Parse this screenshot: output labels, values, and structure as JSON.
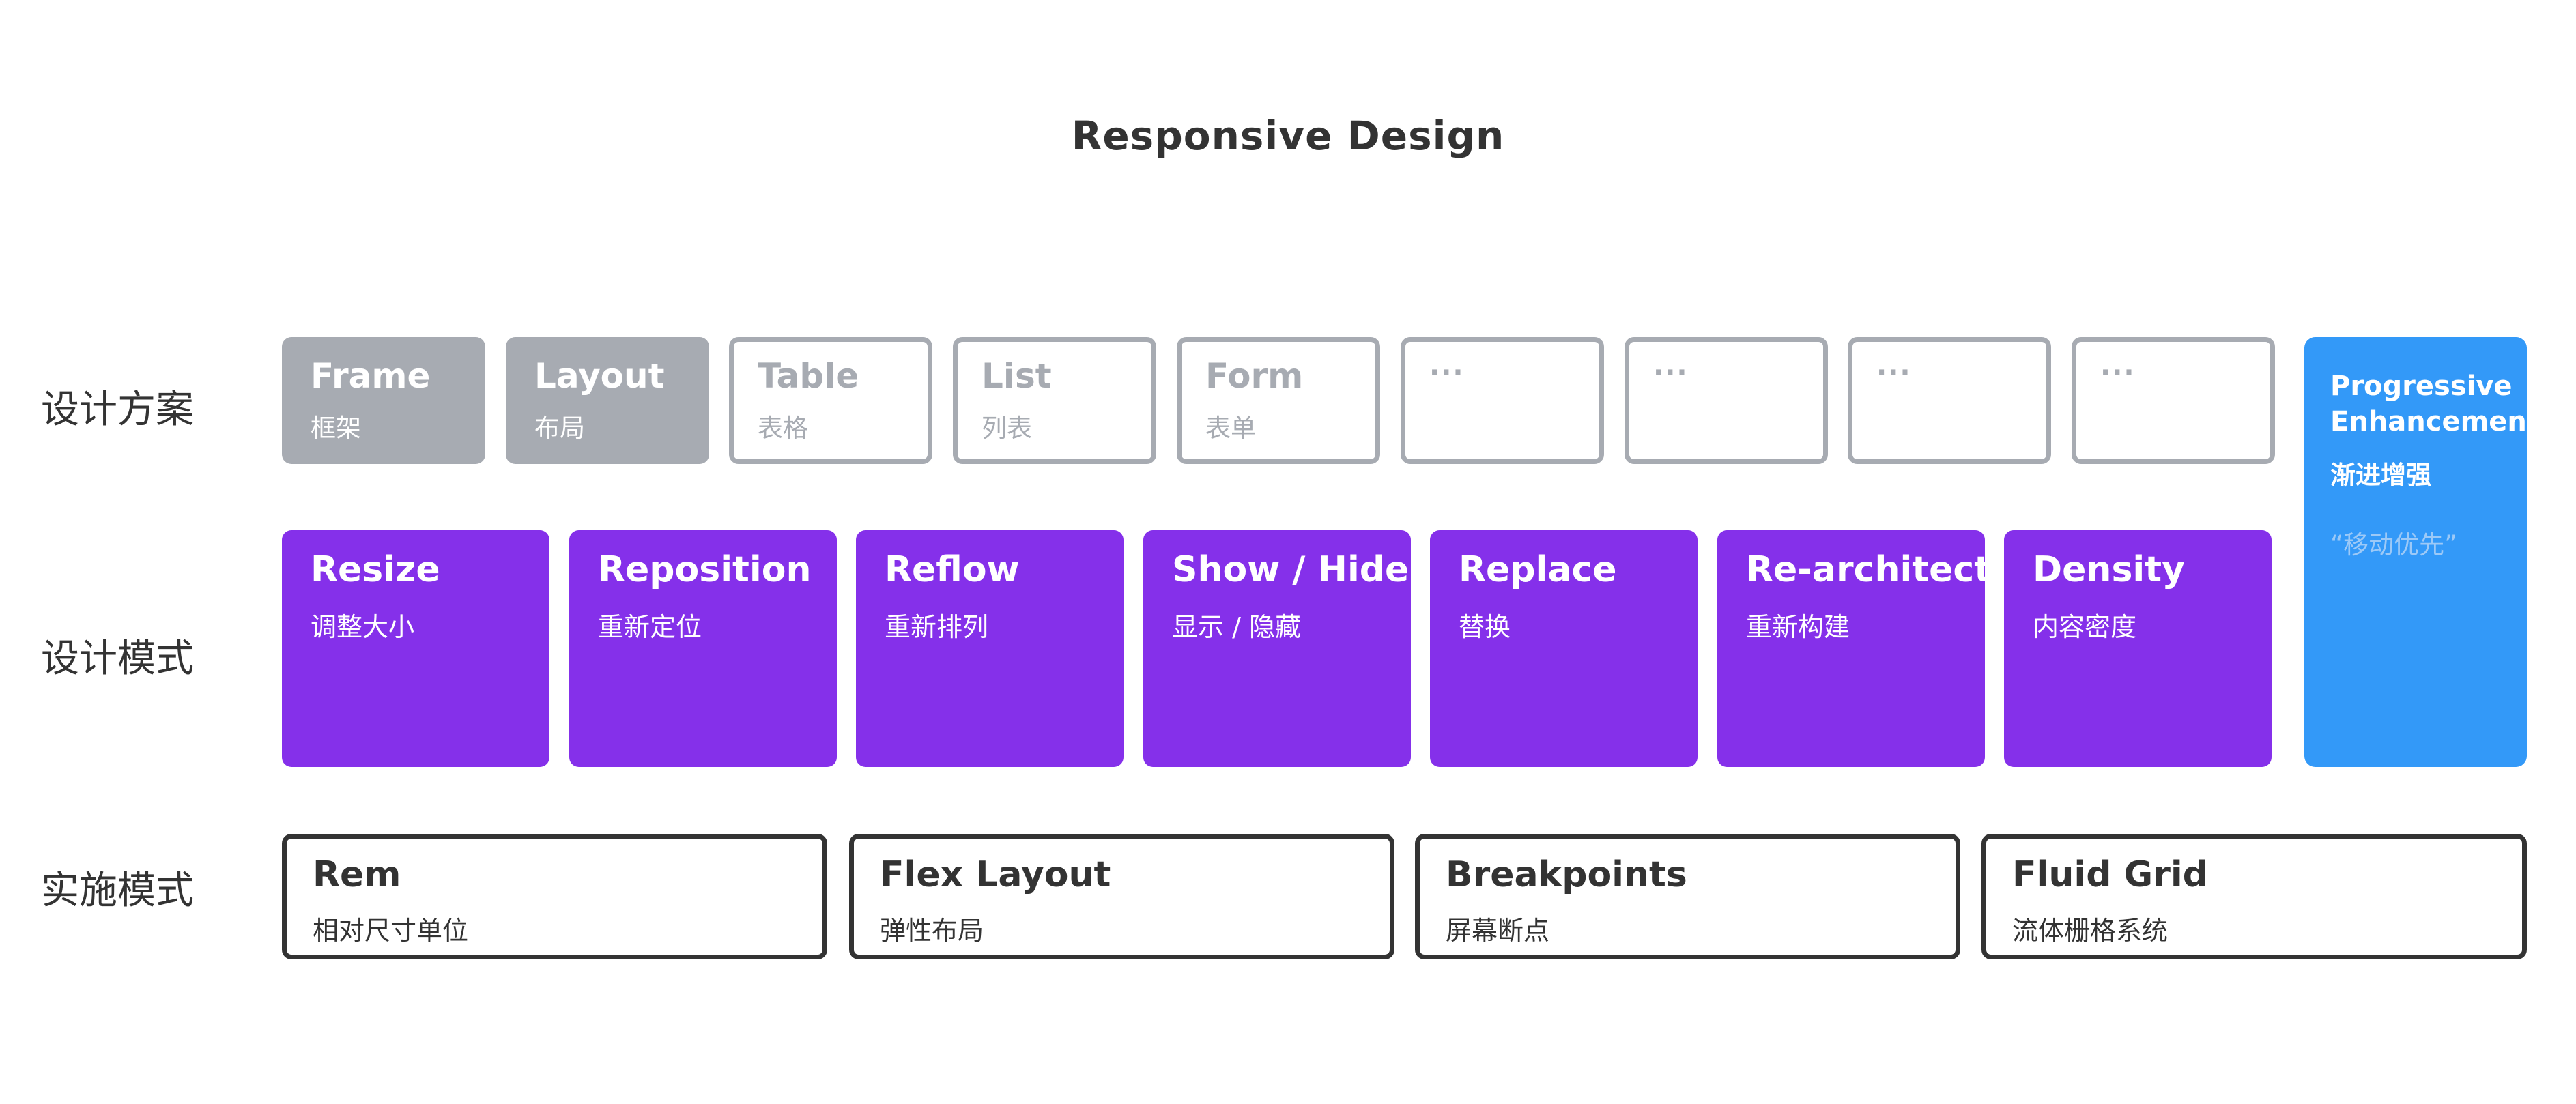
{
  "title": "Responsive Design",
  "rows": {
    "scheme": "设计方案",
    "pattern": "设计模式",
    "impl": "实施模式"
  },
  "schemes": [
    {
      "title": "Frame",
      "sub": "框架"
    },
    {
      "title": "Layout",
      "sub": "布局"
    },
    {
      "title": "Table",
      "sub": "表格"
    },
    {
      "title": "List",
      "sub": "列表"
    },
    {
      "title": "Form",
      "sub": "表单"
    },
    {
      "title": "···",
      "sub": ""
    },
    {
      "title": "···",
      "sub": ""
    },
    {
      "title": "···",
      "sub": ""
    },
    {
      "title": "···",
      "sub": ""
    }
  ],
  "patterns": [
    {
      "title": "Resize",
      "sub": "调整大小"
    },
    {
      "title": "Reposition",
      "sub": "重新定位"
    },
    {
      "title": "Reflow",
      "sub": "重新排列"
    },
    {
      "title": "Show / Hide",
      "sub": "显示 / 隐藏"
    },
    {
      "title": "Replace",
      "sub": "替换"
    },
    {
      "title": "Re-architect",
      "sub": "重新构建"
    },
    {
      "title": "Density",
      "sub": "内容密度"
    }
  ],
  "impls": [
    {
      "title": "Rem",
      "sub": "相对尺寸单位"
    },
    {
      "title": "Flex Layout",
      "sub": "弹性布局"
    },
    {
      "title": "Breakpoints",
      "sub": "屏幕断点"
    },
    {
      "title": "Fluid Grid",
      "sub": "流体栅格系统"
    }
  ],
  "progressive": {
    "line1": "Progressive",
    "line2": "Enhancement",
    "sub": "渐进增强",
    "note": "“移动优先”"
  },
  "colors": {
    "scheme_gray": "#a7abb2",
    "pattern_purple": "#8530ea",
    "progressive_blue": "#3399f8",
    "impl_border": "#333333"
  }
}
